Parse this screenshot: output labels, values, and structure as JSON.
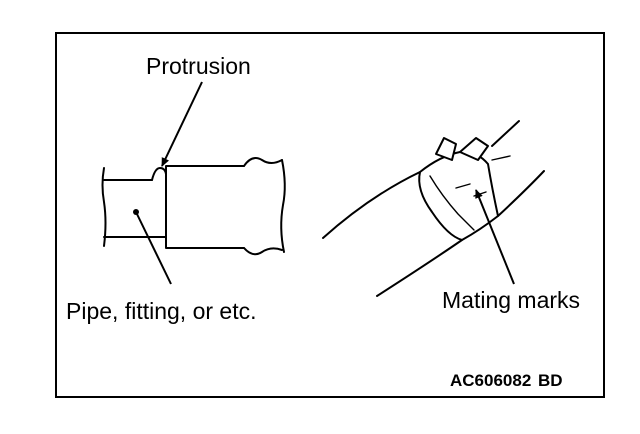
{
  "labels": {
    "protrusion": "Protrusion",
    "pipe_fitting": "Pipe, fitting, or etc.",
    "mating_marks": "Mating marks"
  },
  "figure_code": {
    "main": "AC606082",
    "suffix": "BD"
  },
  "colors": {
    "ink": "#000000",
    "background": "#ffffff"
  }
}
